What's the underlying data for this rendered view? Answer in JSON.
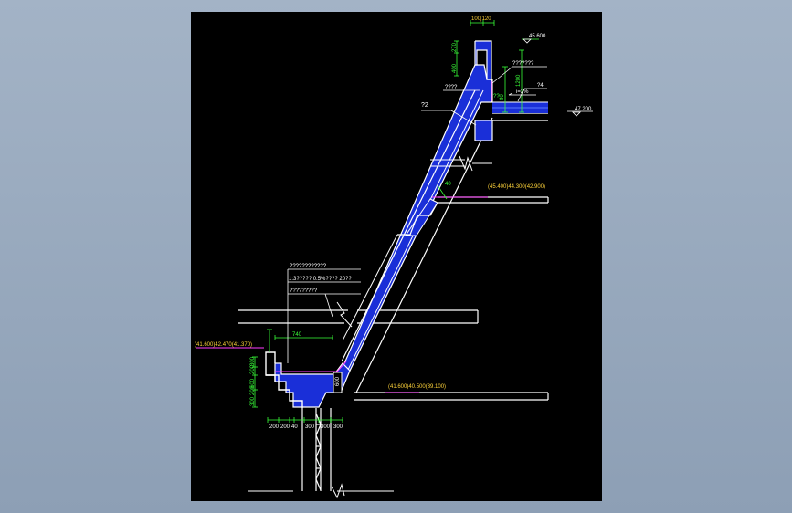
{
  "colors": {
    "background": "#9aabbf",
    "sheet": "#000000",
    "line_white": "#ffffff",
    "fill_blue": "#1a2fd8",
    "dim_green": "#39ff39",
    "text_yellow": "#ffd43a",
    "leader_magenta": "#ff3cff",
    "hatch_blue": "#3050ff"
  },
  "labels": {
    "top_dim": "100|120",
    "top_elev": "45.600",
    "dim_270": "270",
    "dim_400": "400",
    "note_q4": "???????",
    "note_q4b": "????",
    "dim_80": "80",
    "dim_1200": "1200",
    "dim_small": "??",
    "note_q2": "?4",
    "slope": "i=2%",
    "right_elev": "47.200",
    "note_22": "?2",
    "dim_40": "40",
    "elev_mid": "(45.400)44.300(42.900)",
    "spec_1": "????????????",
    "spec_2": "1:3?????  0.5%????  20??",
    "spec_3": "?????????",
    "elev_left": "(41.600)42.470(41.370)",
    "dim_740": "740",
    "dim_600": "600",
    "elev_bottom": "(41.600)40.500(39.100)",
    "dim_300a": "300",
    "dim_200a": "200",
    "dim_600b": "600",
    "dim_200b": "200",
    "dim_300b": "300",
    "dims_bottom": [
      "200",
      "200",
      "40",
      "300",
      "300",
      "300"
    ]
  }
}
